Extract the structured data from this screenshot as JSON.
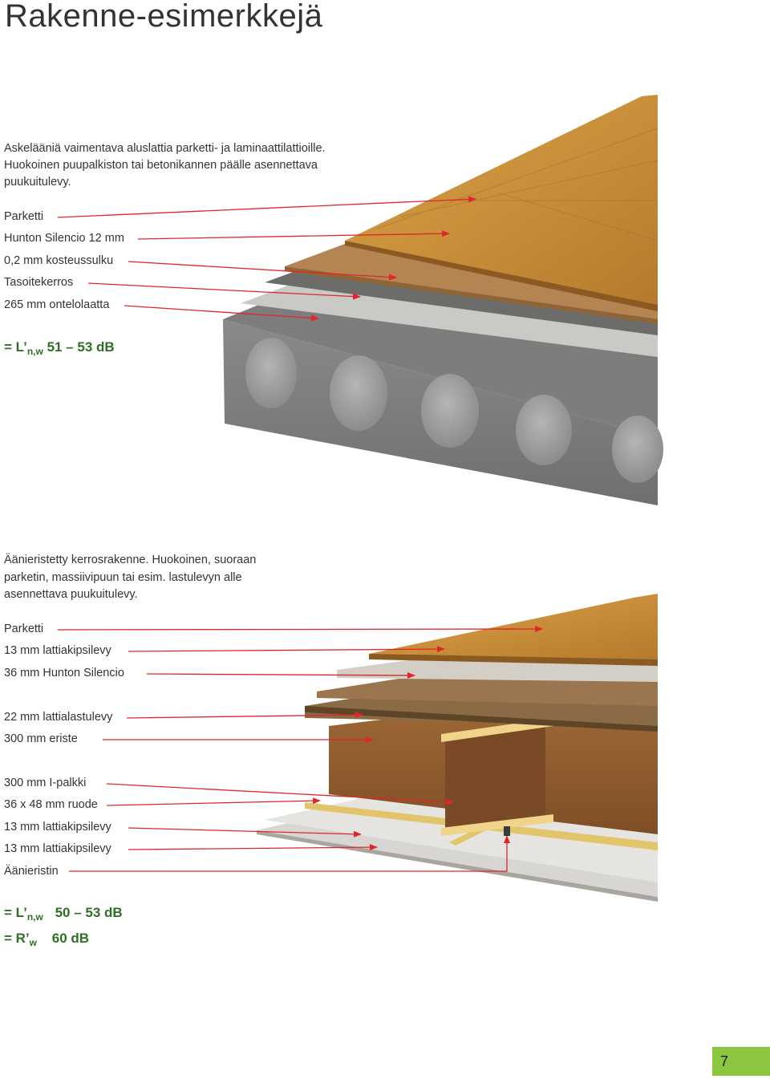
{
  "title": "Rakenne-esimerkkejä",
  "section1": {
    "intro": [
      "Askelääniä vaimentava aluslattia parketti- ja laminaattilattioille.",
      "Huokoinen puupalkiston tai betonikannen päälle asennettava",
      "puukuitulevy."
    ],
    "layers": [
      "Parketti",
      "Hunton Silencio 12 mm",
      "0,2 mm kosteussulku",
      "Tasoitekerros",
      "265 mm ontelolaatta"
    ],
    "result": {
      "prefix": "= L’",
      "sub": "n,w",
      "value": "51 – 53 dB"
    }
  },
  "section2": {
    "intro": [
      "Äänieristetty kerrosrakenne. Huokoinen, suoraan",
      "parketin, massiivipuun tai esim. lastulevyn alle",
      "asennettava puukuitulevy."
    ],
    "layers": [
      "Parketti",
      "13 mm lattiakipsilevy",
      "36 mm Hunton Silencio",
      "22 mm lattialastulevy",
      "300 mm eriste",
      "300 mm I-palkki",
      "36 x 48 mm ruode",
      "13 mm lattiakipsilevy",
      "13 mm lattiakipsilevy",
      "Äänieristin"
    ],
    "results": [
      {
        "prefix": "= L’",
        "sub": "n,w",
        "value": "50 – 53 dB"
      },
      {
        "prefix": "= R’",
        "sub": "w",
        "value": "60 dB"
      }
    ]
  },
  "page_number": "7",
  "colors": {
    "accent_green": "#2e6f25",
    "page_tab": "#8cc63f",
    "arrow_red": "#e0252b"
  }
}
